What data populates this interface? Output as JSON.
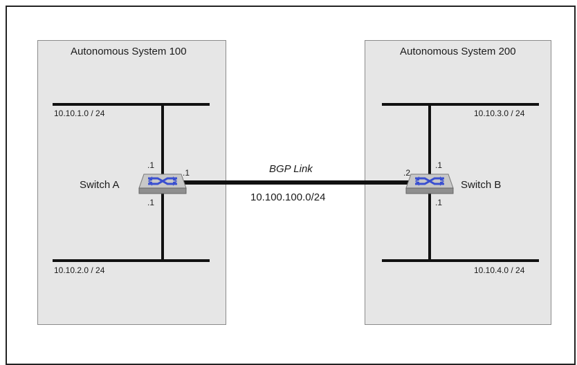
{
  "as_left": {
    "title": "Autonomous System 100",
    "net_top": "10.10.1.0 / 24",
    "net_bottom": "10.10.2.0 / 24",
    "switch_label": "Switch A",
    "addr_top": ".1",
    "addr_bottom": ".1",
    "addr_link": ".1"
  },
  "as_right": {
    "title": "Autonomous System 200",
    "net_top": "10.10.3.0 / 24",
    "net_bottom": "10.10.4.0 / 24",
    "switch_label": "Switch B",
    "addr_top": ".1",
    "addr_bottom": ".1",
    "addr_link": ".2"
  },
  "link": {
    "label": "BGP Link",
    "network": "10.100.100.0/24"
  },
  "icons": {
    "switch": "network-switch-icon"
  },
  "colors": {
    "switch_body": "#a9a9a9",
    "switch_arrows": "#3a4fd0",
    "as_fill": "#e6e6e6"
  }
}
